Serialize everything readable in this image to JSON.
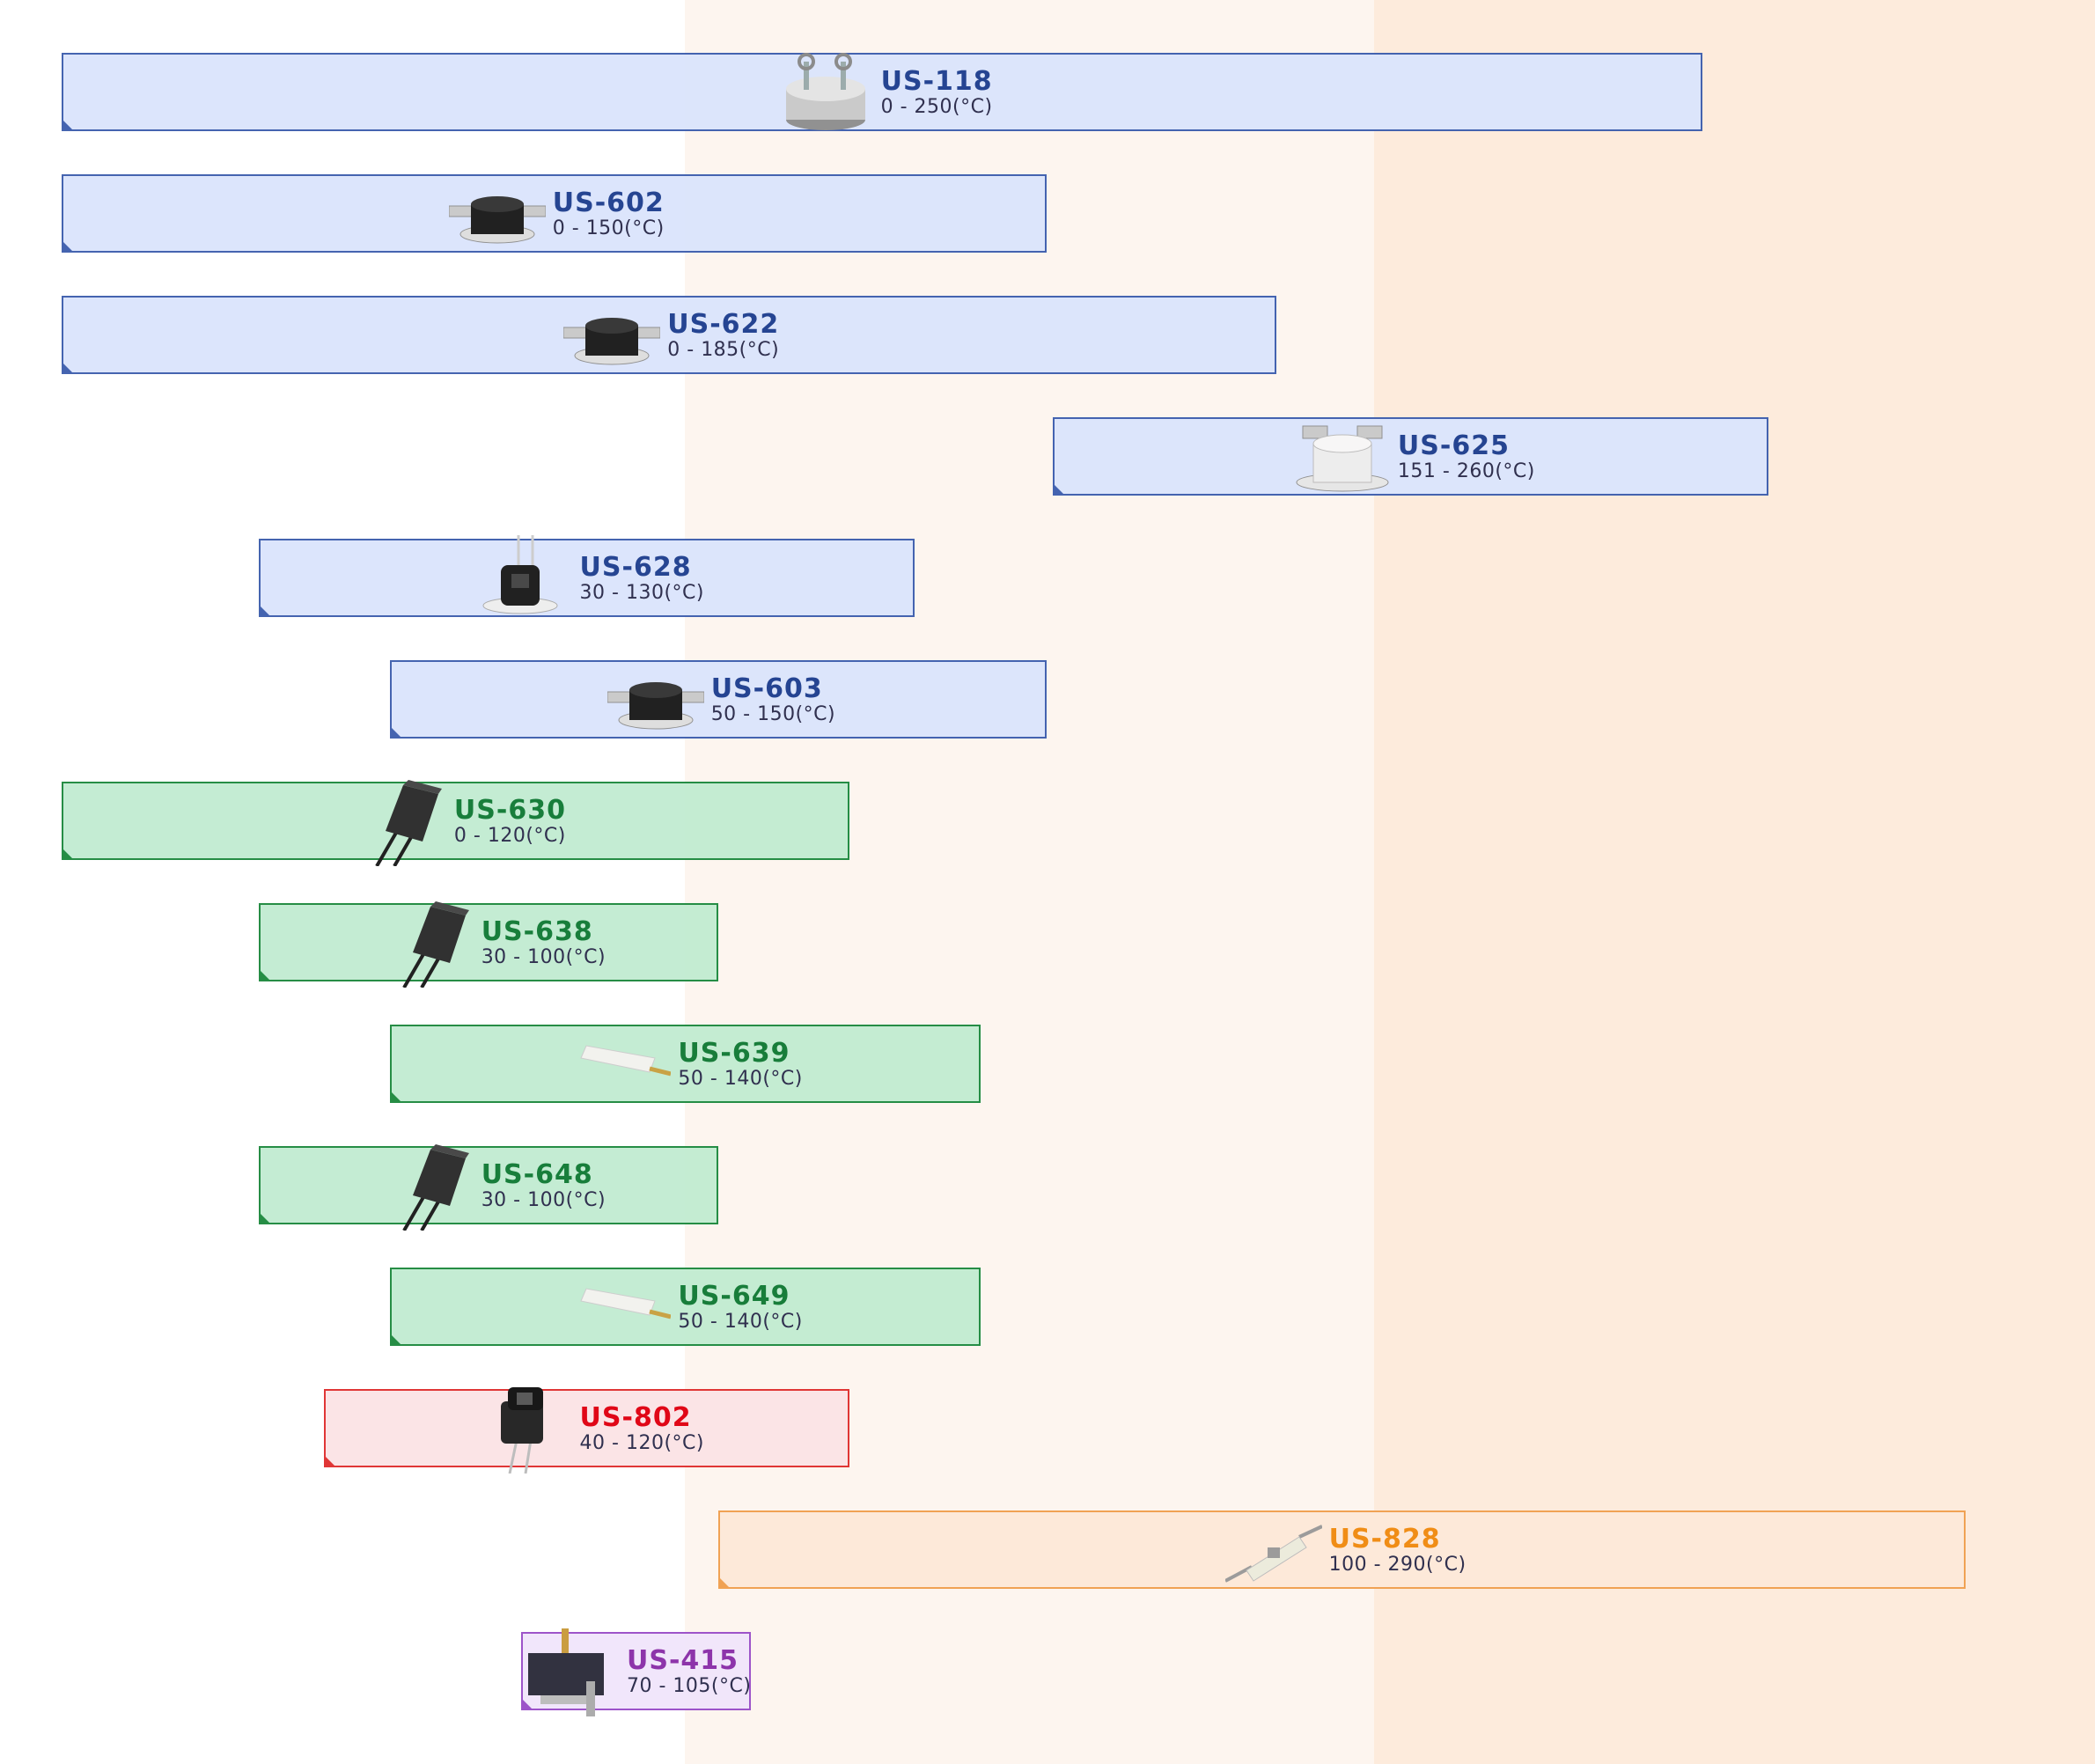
{
  "chart_data": {
    "type": "range-bar",
    "title": "",
    "xlabel": "",
    "ylabel": "",
    "x_unit": "°C",
    "xlim": [
      -30,
      320
    ],
    "grid": false,
    "legend": "none",
    "background_zones": [
      {
        "from": 95,
        "to": 200,
        "color": "#fdf5ef"
      },
      {
        "from": 200,
        "to": 320,
        "color": "#fdebdc"
      }
    ],
    "bars": [
      {
        "name": "US-118",
        "range_text": "0 - 250(°C)",
        "min": 0,
        "max": 250,
        "group": "blue",
        "icon": "can-thermostat-icon"
      },
      {
        "name": "US-602",
        "range_text": "0 - 150(°C)",
        "min": 0,
        "max": 150,
        "group": "blue",
        "icon": "bimetal-disc-thermostat-icon"
      },
      {
        "name": "US-622",
        "range_text": "0 - 185(°C)",
        "min": 0,
        "max": 185,
        "group": "blue",
        "icon": "bimetal-disc-thermostat-icon"
      },
      {
        "name": "US-625",
        "range_text": "151 - 260(°C)",
        "min": 151,
        "max": 260,
        "group": "blue",
        "icon": "ceramic-disc-thermostat-icon"
      },
      {
        "name": "US-628",
        "range_text": "30 - 130(°C)",
        "min": 30,
        "max": 130,
        "group": "blue",
        "icon": "lead-wire-thermostat-icon"
      },
      {
        "name": "US-603",
        "range_text": "50 - 150(°C)",
        "min": 50,
        "max": 150,
        "group": "blue",
        "icon": "bimetal-disc-thermostat-icon"
      },
      {
        "name": "US-630",
        "range_text": "0 - 120(°C)",
        "min": 0,
        "max": 120,
        "group": "green",
        "icon": "black-resin-protector-icon"
      },
      {
        "name": "US-638",
        "range_text": "30 - 100(°C)",
        "min": 30,
        "max": 100,
        "group": "green",
        "icon": "black-resin-protector-icon"
      },
      {
        "name": "US-639",
        "range_text": "50 - 140(°C)",
        "min": 50,
        "max": 140,
        "group": "green",
        "icon": "white-case-protector-icon"
      },
      {
        "name": "US-648",
        "range_text": "30 - 100(°C)",
        "min": 30,
        "max": 100,
        "group": "green",
        "icon": "black-resin-protector-icon"
      },
      {
        "name": "US-649",
        "range_text": "50 - 140(°C)",
        "min": 50,
        "max": 140,
        "group": "green",
        "icon": "white-case-protector-icon"
      },
      {
        "name": "US-802",
        "range_text": "40 - 120(°C)",
        "min": 40,
        "max": 120,
        "group": "red",
        "icon": "to220-thermostat-icon"
      },
      {
        "name": "US-828",
        "range_text": "100 - 290(°C)",
        "min": 100,
        "max": 290,
        "group": "orange",
        "icon": "ceramic-axial-thermostat-icon"
      },
      {
        "name": "US-415",
        "range_text": "70 - 105(°C)",
        "min": 70,
        "max": 105,
        "group": "purple",
        "icon": "adjustable-thermostat-icon"
      }
    ]
  },
  "colors": {
    "blue": {
      "fill": "#dbe5fc",
      "border": "#3f5fae",
      "text": "#1f3f8f"
    },
    "green": {
      "fill": "#c3ecd2",
      "border": "#1f8a40",
      "text": "#117a35"
    },
    "red": {
      "fill": "#fbe4e6",
      "border": "#e03030",
      "text": "#e00010"
    },
    "orange": {
      "fill": "#fde9d9",
      "border": "#f0a050",
      "text": "#f08a10"
    },
    "purple": {
      "fill": "#f1e6fb",
      "border": "#9a4fc8",
      "text": "#8a2ea8"
    }
  }
}
